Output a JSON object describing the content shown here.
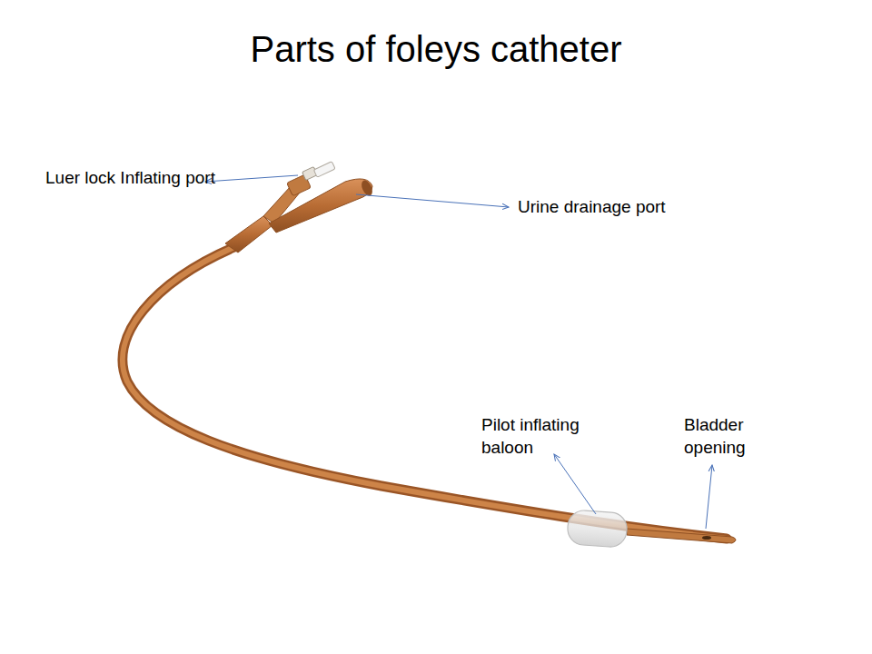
{
  "diagram": {
    "title": "Parts of foleys catheter",
    "labels": [
      "Luer lock Inflating port",
      "Urine drainage port",
      "Pilot inflating baloon",
      "Bladder opening"
    ]
  }
}
